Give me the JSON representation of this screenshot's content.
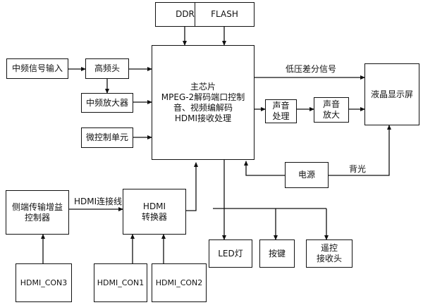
{
  "blocks": {
    "ddr": "DDR",
    "flash": "FLASH",
    "if_input": "中频信号输入",
    "tuner": "高频头",
    "if_amp": "中频放大器",
    "mcu": "微控制单元",
    "main_chip": [
      "主芯片",
      "MPEG-2解码端口控制",
      "音、视频编解码",
      "HDMI接收处理"
    ],
    "audio_proc": [
      "声音",
      "处理"
    ],
    "audio_amp": [
      "声音",
      "放大"
    ],
    "lcd": "液晶显示屏",
    "power": "电源",
    "side_hdmi": [
      "侧端传输增益",
      "控制器"
    ],
    "hdmi_switch": [
      "HDMI",
      "转换器"
    ],
    "led": "LED灯",
    "keys": "按键",
    "ir": [
      "遥控",
      "接收头"
    ],
    "con3": "HDMI_CON3",
    "con1": "HDMI_CON1",
    "con2": "HDMI_CON2"
  },
  "labels": {
    "lvds": "低压差分信号",
    "backlight": "背光",
    "hdmi_link": "HDMI连接线"
  }
}
